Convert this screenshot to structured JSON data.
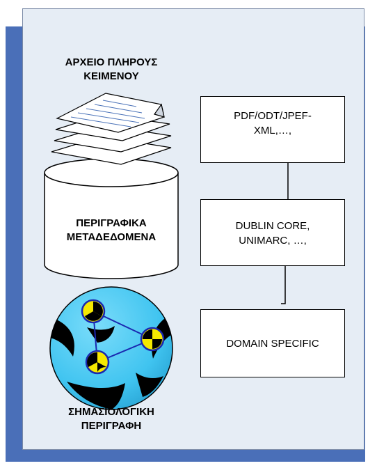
{
  "left_column": {
    "document_label": "ΑΡΧΕΙΟ ΠΛΗΡΟΥΣ ΚΕΙΜΕΝΟΥ",
    "document_label_lines": [
      "ΑΡΧΕΙΟ ΠΛΗΡΟΥΣ",
      "ΚΕΙΜΕΝΟΥ"
    ],
    "database_label_lines": [
      "ΠΕΡΙΓΡΑΦΙΚΑ",
      "ΜΕΤΑΔΕΔΟΜΕΝΑ"
    ],
    "semantic_label_lines": [
      "ΣΗΜΑΣΙΟΛΟΓΙΚΗ",
      "ΠΕΡΙΓΡΑΦΗ"
    ]
  },
  "right_column": {
    "box1_lines": [
      "PDF/ODT/JPEF-",
      "XML,…,"
    ],
    "box2_lines": [
      "DUBLIN CORE,",
      "UNIMARC, …,"
    ],
    "box3": "DOMAIN SPECIFIC"
  },
  "colors": {
    "shadow": "#4a6fb8",
    "panel": "#e6edf5",
    "sphere": "#40c4f0",
    "node": "#f5e800",
    "edge": "#1a28b0"
  }
}
